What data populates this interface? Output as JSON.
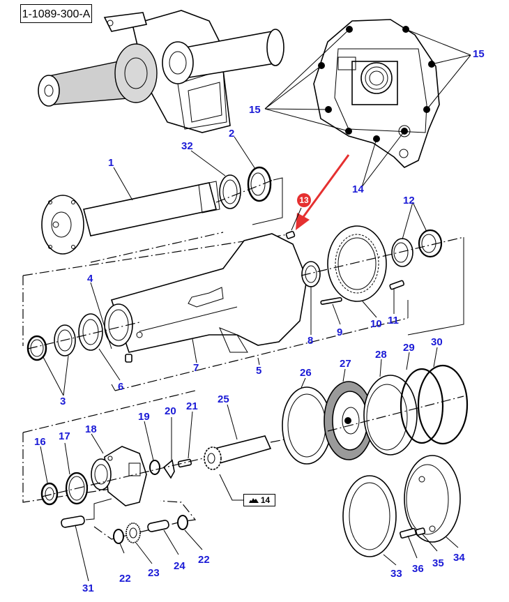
{
  "diagram": {
    "reference_code": "1-1089-300-A",
    "highlighted_part": {
      "number": "13",
      "color": "#e53030"
    },
    "kit_reference": {
      "icon": "kit-icon",
      "number": "14"
    },
    "callout_color": "#1a1ad6",
    "callouts": {
      "c1": "1",
      "c2": "2",
      "c3": "3",
      "c4": "4",
      "c5": "5",
      "c6": "6",
      "c7": "7",
      "c8": "8",
      "c9": "9",
      "c10": "10",
      "c11": "11",
      "c12": "12",
      "c14": "14",
      "c15a": "15",
      "c15b": "15",
      "c16": "16",
      "c17": "17",
      "c18": "18",
      "c19": "19",
      "c20": "20",
      "c21": "21",
      "c22a": "22",
      "c22b": "22",
      "c23": "23",
      "c24": "24",
      "c25": "25",
      "c26": "26",
      "c27": "27",
      "c28": "28",
      "c29": "29",
      "c30": "30",
      "c31": "31",
      "c32": "32",
      "c33": "33",
      "c34": "34",
      "c35": "35",
      "c36": "36"
    }
  }
}
